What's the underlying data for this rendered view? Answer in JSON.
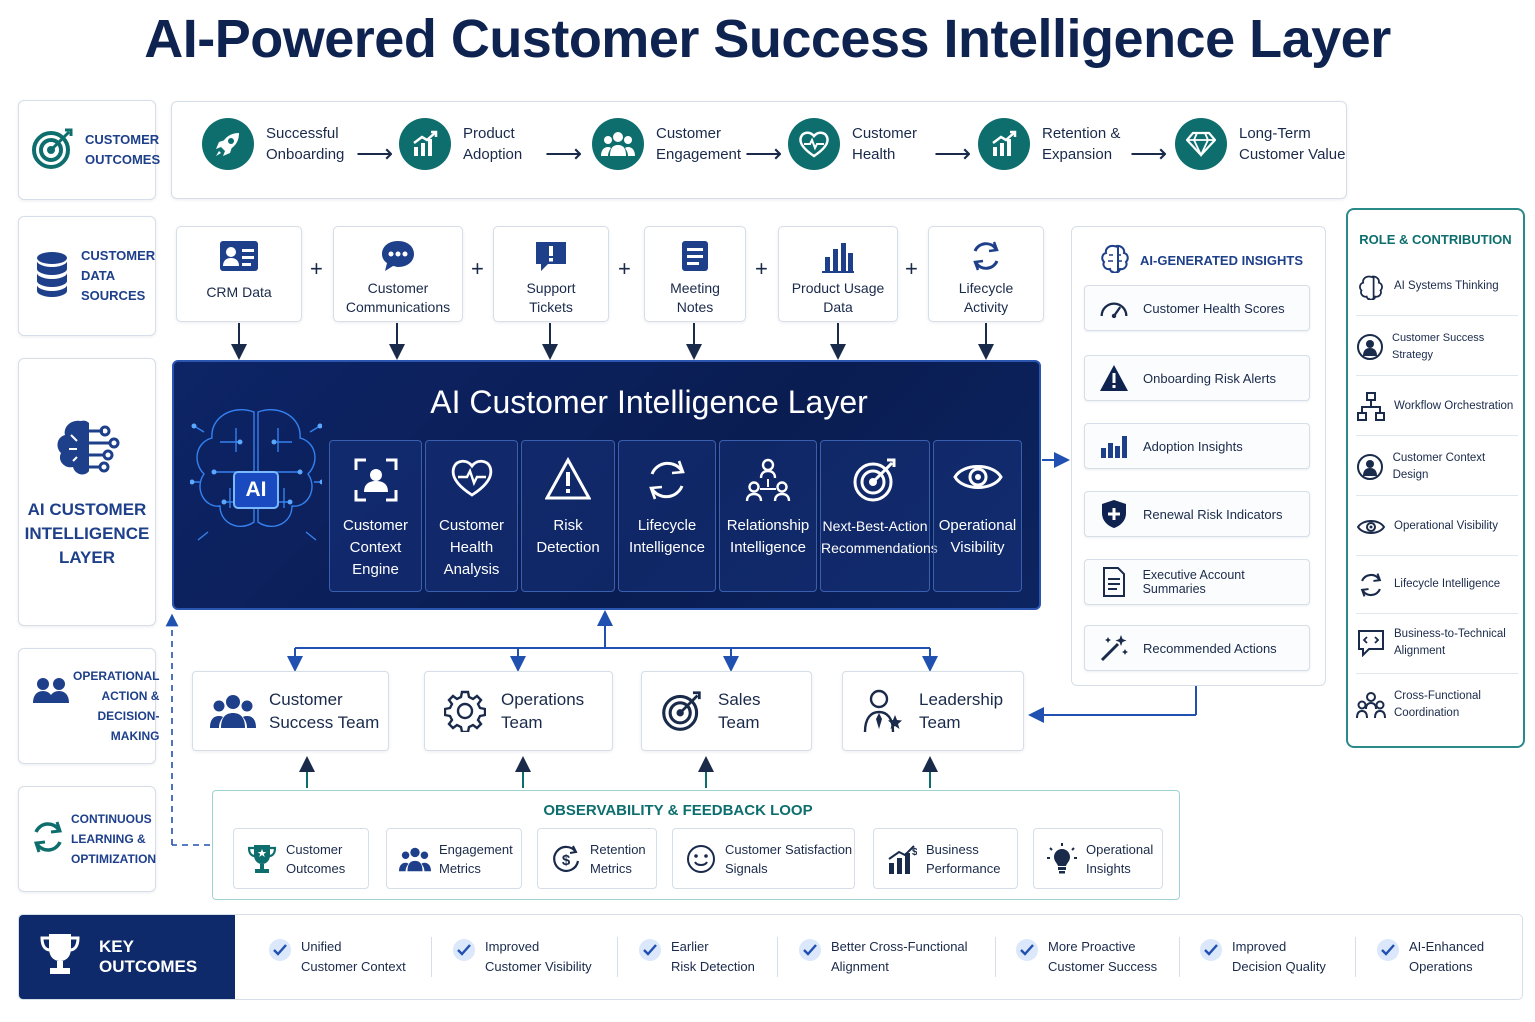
{
  "title": "AI-Powered Customer Success Intelligence Layer",
  "left_labels": {
    "customer_outcomes": "CUSTOMER\nOUTCOMES",
    "customer_data_sources": "CUSTOMER\nDATA\nSOURCES",
    "ai_layer": "AI CUSTOMER\nINTELLIGENCE\nLAYER",
    "operational": "OPERATIONAL\nACTION &\nDECISION-MAKING",
    "continuous": "CONTINUOUS\nLEARNING &\nOPTIMIZATION"
  },
  "outcomes": [
    {
      "label": "Successful\nOnboarding",
      "icon": "rocket-icon"
    },
    {
      "label": "Product\nAdoption",
      "icon": "growth-chart-icon"
    },
    {
      "label": "Customer\nEngagement",
      "icon": "people-icon"
    },
    {
      "label": "Customer\nHealth",
      "icon": "heart-pulse-icon"
    },
    {
      "label": "Retention &\nExpansion",
      "icon": "growth-chart-icon"
    },
    {
      "label": "Long-Term\nCustomer Value",
      "icon": "diamond-icon"
    }
  ],
  "data_sources": [
    {
      "label": "CRM Data",
      "icon": "contact-card-icon"
    },
    {
      "label": "Customer\nCommunications",
      "icon": "chat-bubble-icon"
    },
    {
      "label": "Support\nTickets",
      "icon": "alert-ticket-icon"
    },
    {
      "label": "Meeting\nNotes",
      "icon": "notes-icon"
    },
    {
      "label": "Product Usage\nData",
      "icon": "bar-chart-icon"
    },
    {
      "label": "Lifecycle\nActivity",
      "icon": "cycle-icon"
    }
  ],
  "core": {
    "title": "AI Customer Intelligence Layer",
    "brain_label": "AI",
    "modules": [
      {
        "label": "Customer\nContext\nEngine",
        "icon": "focus-user-icon"
      },
      {
        "label": "Customer\nHealth\nAnalysis",
        "icon": "heart-pulse-icon"
      },
      {
        "label": "Risk\nDetection",
        "icon": "warning-icon"
      },
      {
        "label": "Lifecycle\nIntelligence",
        "icon": "cycle-icon"
      },
      {
        "label": "Relationship\nIntelligence",
        "icon": "network-people-icon"
      },
      {
        "label": "Next-Best-Action\nRecommendations",
        "icon": "target-icon"
      },
      {
        "label": "Operational\nVisibility",
        "icon": "eye-icon"
      }
    ]
  },
  "insights": {
    "title": "AI-GENERATED INSIGHTS",
    "items": [
      {
        "label": "Customer Health Scores",
        "icon": "gauge-icon"
      },
      {
        "label": "Onboarding Risk Alerts",
        "icon": "warning-icon"
      },
      {
        "label": "Adoption Insights",
        "icon": "bar-chart-icon"
      },
      {
        "label": "Renewal Risk Indicators",
        "icon": "shield-icon"
      },
      {
        "label": "Executive Account Summaries",
        "icon": "document-icon"
      },
      {
        "label": "Recommended Actions",
        "icon": "magic-wand-icon"
      }
    ]
  },
  "roles": {
    "title": "ROLE & CONTRIBUTION",
    "items": [
      {
        "label": "AI Systems Thinking",
        "icon": "brain-icon"
      },
      {
        "label": "Customer Success Strategy",
        "icon": "strategy-icon"
      },
      {
        "label": "Workflow Orchestration",
        "icon": "workflow-icon"
      },
      {
        "label": "Customer Context Design",
        "icon": "user-circle-icon"
      },
      {
        "label": "Operational Visibility",
        "icon": "eye-icon"
      },
      {
        "label": "Lifecycle Intelligence",
        "icon": "cycle-icon"
      },
      {
        "label": "Business-to-Technical\nAlignment",
        "icon": "chat-code-icon"
      },
      {
        "label": "Cross-Functional\nCoordination",
        "icon": "team-icon"
      }
    ]
  },
  "teams": [
    {
      "label": "Customer\nSuccess Team",
      "icon": "people-icon"
    },
    {
      "label": "Operations\nTeam",
      "icon": "gear-icon"
    },
    {
      "label": "Sales\nTeam",
      "icon": "target-icon"
    },
    {
      "label": "Leadership\nTeam",
      "icon": "leader-icon"
    }
  ],
  "observability": {
    "title": "OBSERVABILITY & FEEDBACK LOOP",
    "items": [
      {
        "label": "Customer\nOutcomes",
        "icon": "trophy-icon"
      },
      {
        "label": "Engagement\nMetrics",
        "icon": "people-icon"
      },
      {
        "label": "Retention\nMetrics",
        "icon": "dollar-cycle-icon"
      },
      {
        "label": "Customer Satisfaction\nSignals",
        "icon": "smile-icon"
      },
      {
        "label": "Business\nPerformance",
        "icon": "growth-chart-icon"
      },
      {
        "label": "Operational\nInsights",
        "icon": "lightbulb-icon"
      }
    ]
  },
  "key_outcomes": {
    "title": "KEY OUTCOMES",
    "items": [
      "Unified\nCustomer Context",
      "Improved\nCustomer Visibility",
      "Earlier\nRisk Detection",
      "Better Cross-Functional\nAlignment",
      "More Proactive\nCustomer Success",
      "Improved\nDecision Quality",
      "AI-Enhanced\nOperations"
    ]
  },
  "colors": {
    "navy": "#0f2350",
    "teal": "#0e6e6e",
    "blue": "#1e3f8a",
    "core_bg": "#0d2466",
    "connector": "#2050b0"
  }
}
